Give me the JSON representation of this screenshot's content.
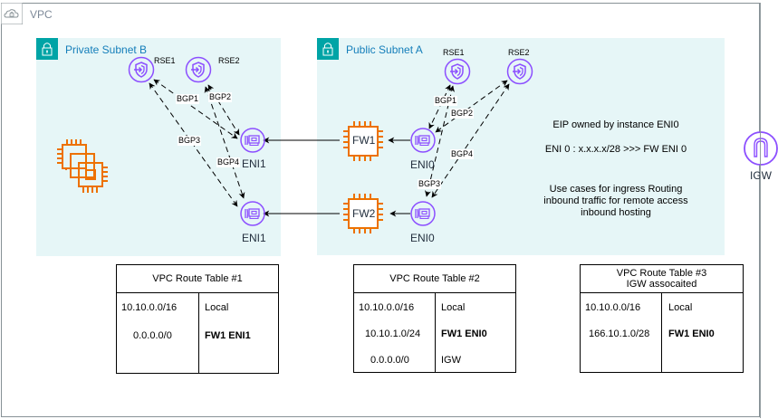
{
  "vpc": {
    "label": "VPC",
    "icon": "cloud-lock-icon"
  },
  "subnets": [
    {
      "label": "Private Subnet B",
      "icon": "lock-icon"
    },
    {
      "label": "Public Subnet A",
      "icon": "lock-icon"
    }
  ],
  "private_subnet": {
    "rse": [
      "RSE1",
      "RSE2"
    ],
    "eni": [
      "ENI1",
      "ENI1"
    ],
    "bgp": [
      "BGP1",
      "BGP2",
      "BGP3",
      "BGP4"
    ],
    "instances_icon": "ec2-instances-icon"
  },
  "public_subnet": {
    "rse": [
      "RSE1",
      "RSE2"
    ],
    "firewalls": [
      "FW1",
      "FW2"
    ],
    "eni": [
      "ENI0",
      "ENI0"
    ],
    "bgp": [
      "BGP1",
      "BGP2",
      "BGP3",
      "BGP4"
    ],
    "notes": {
      "eip": "EIP  owned by instance ENI0",
      "eni_map": "ENI 0 : x.x.x.x/28  >>> FW ENI 0",
      "use_cases": [
        "Use cases for ingress Routing",
        "inbound traffic for remote access",
        "inbound hosting"
      ]
    }
  },
  "igw": {
    "label": "IGW",
    "icon": "internet-gateway-icon"
  },
  "route_tables": [
    {
      "title": [
        "VPC Route Table #1"
      ],
      "rows": [
        {
          "dest": "10.10.0.0/16",
          "target": "Local",
          "bold": false
        },
        {
          "dest": "0.0.0.0/0",
          "target": "FW1 ENI1",
          "bold": true
        }
      ]
    },
    {
      "title": [
        "VPC Route Table #2"
      ],
      "rows": [
        {
          "dest": "10.10.0.0/16",
          "target": "Local",
          "bold": false
        },
        {
          "dest": "10.10.1.0/24",
          "target": "FW1 ENI0",
          "bold": true
        },
        {
          "dest": "0.0.0.0/0",
          "target": "IGW",
          "bold": false
        }
      ]
    },
    {
      "title": [
        "VPC Route Table #3",
        "IGW assocaited"
      ],
      "rows": [
        {
          "dest": "10.10.0.0/16",
          "target": "Local",
          "bold": false
        },
        {
          "dest": "166.10.1.0/28",
          "target": "FW1 ENI0",
          "bold": true
        }
      ]
    }
  ],
  "colors": {
    "subnet_fill": "#e6f6f7",
    "subnet_badge": "#00a4a6",
    "subnet_text": "#147eba",
    "purple_icon": "#8c4fff",
    "orange_icon": "#ed7100",
    "vpc_border": "#879196"
  }
}
